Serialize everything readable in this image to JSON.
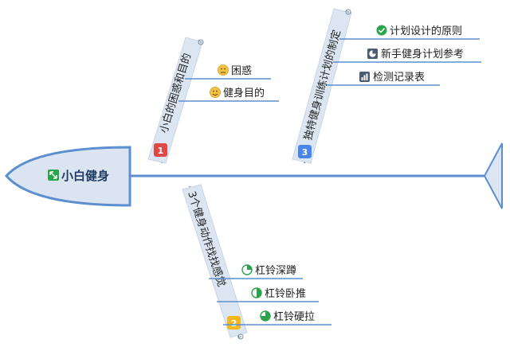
{
  "root": {
    "label": "小白健身",
    "icon": "expand-arrows-icon",
    "icon_color": "#2aa34a"
  },
  "branches": [
    {
      "label": "小白的困惑和目的",
      "badge": "1",
      "badge_color": "#e04848",
      "items": [
        {
          "label": "困惑",
          "icon": "confused-face-icon"
        },
        {
          "label": "健身目的",
          "icon": "smile-face-icon"
        }
      ]
    },
    {
      "label": "3个健身动作找找感觉",
      "badge": "2",
      "badge_color": "#f3b81b",
      "items": [
        {
          "label": "杠铃深蹲",
          "icon": "progress-quarter-icon"
        },
        {
          "label": "杠铃卧推",
          "icon": "progress-half-icon"
        },
        {
          "label": "杠铃硬拉",
          "icon": "progress-three-quarter-icon"
        }
      ]
    },
    {
      "label": "独特健身训练计划的制定",
      "badge": "3",
      "badge_color": "#4a86e8",
      "items": [
        {
          "label": "计划设计的原则",
          "icon": "check-circle-icon"
        },
        {
          "label": "新手健身计划参考",
          "icon": "pie-chart-icon"
        },
        {
          "label": "检测记录表",
          "icon": "bar-chart-icon"
        }
      ]
    }
  ],
  "colors": {
    "line": "#5b8fd0",
    "branch_fill": "#dce6f2",
    "root_fill": "#dbe5f1"
  }
}
